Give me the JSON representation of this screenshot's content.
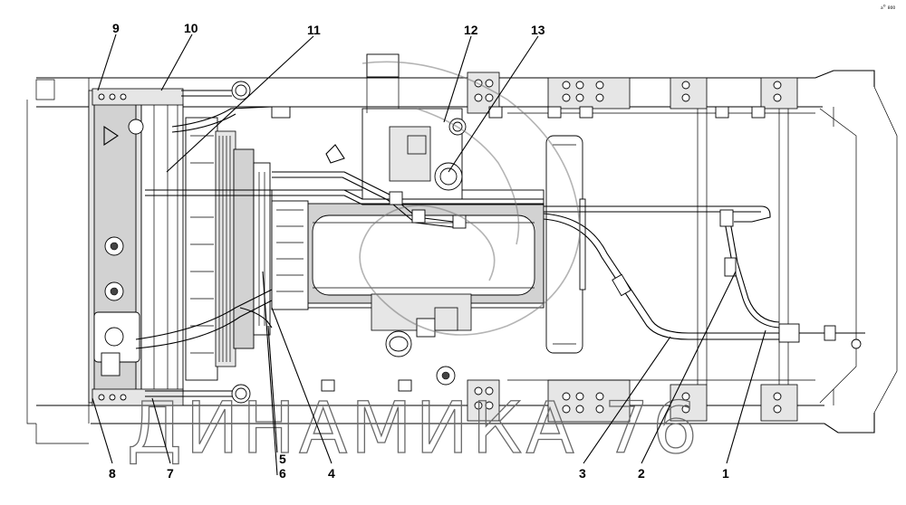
{
  "diagram": {
    "callouts": [
      {
        "id": "1",
        "label": "1"
      },
      {
        "id": "2",
        "label": "2"
      },
      {
        "id": "3",
        "label": "3"
      },
      {
        "id": "4",
        "label": "4"
      },
      {
        "id": "5",
        "label": "5"
      },
      {
        "id": "6",
        "label": "6"
      },
      {
        "id": "7",
        "label": "7"
      },
      {
        "id": "8",
        "label": "8"
      },
      {
        "id": "9",
        "label": "9"
      },
      {
        "id": "10",
        "label": "10"
      },
      {
        "id": "11",
        "label": "11"
      },
      {
        "id": "12",
        "label": "12"
      },
      {
        "id": "13",
        "label": "13"
      }
    ],
    "watermark": "ДИНАМИКА 76",
    "corner_mark": "ₐ⁰ ₈₀₀",
    "colors": {
      "line": "#000000",
      "fill": "#d2d2d2",
      "watermark": "#6a6a6a",
      "background": "#ffffff"
    }
  }
}
